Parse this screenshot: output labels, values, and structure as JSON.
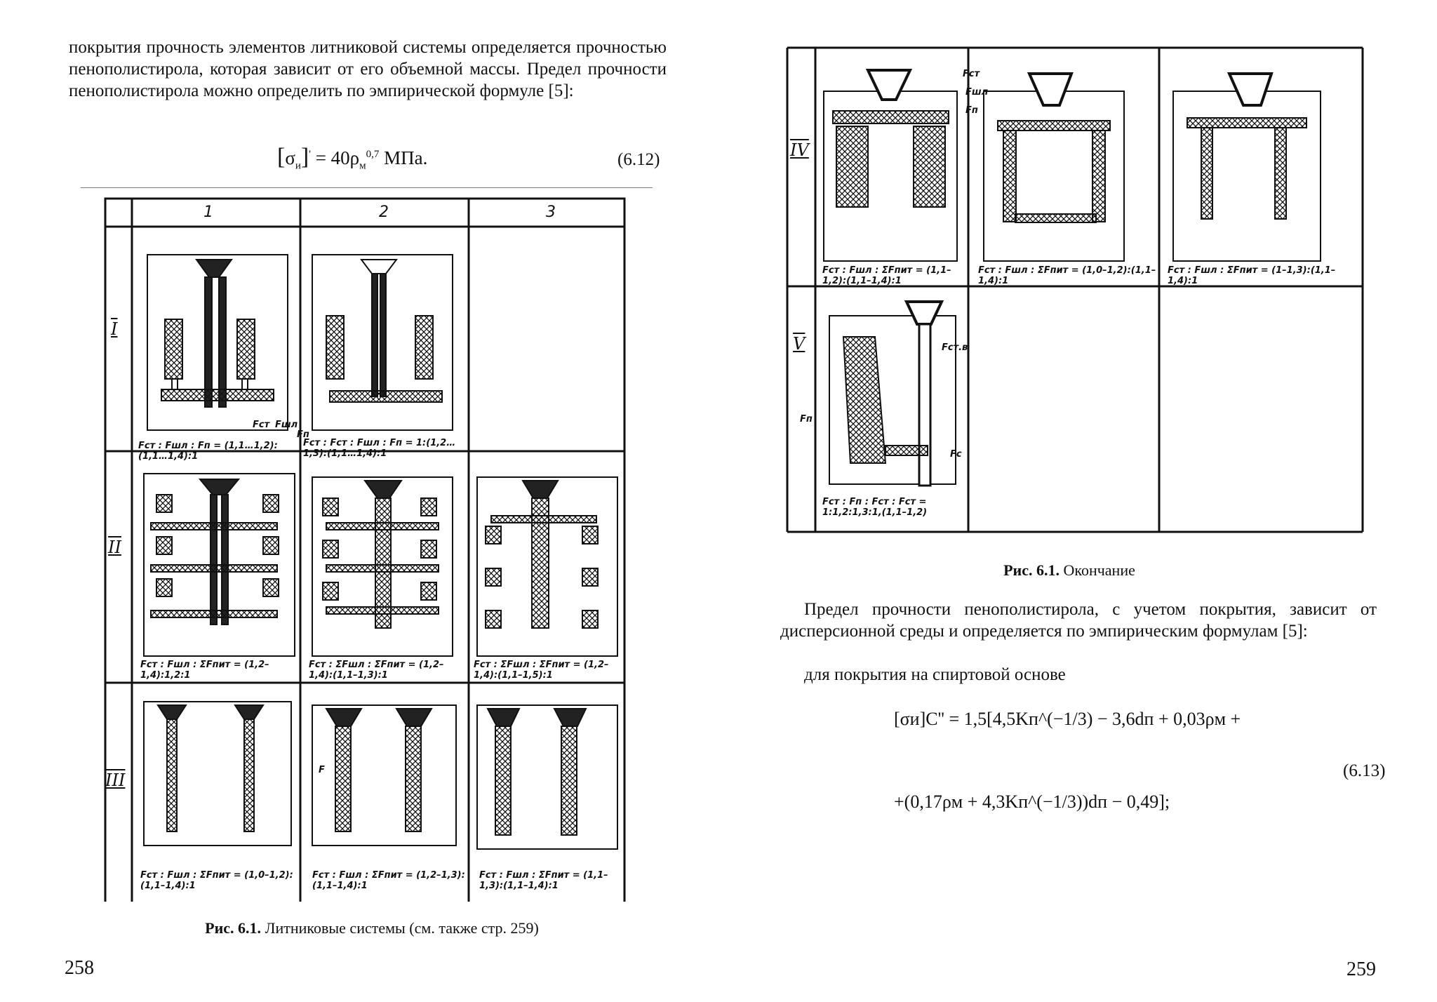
{
  "left_page": {
    "paragraph": "покрытия прочность элементов литниковой системы определяется прочностью пенополистирола, которая зависит от его объемной массы. Предел прочности пенополистирола можно определить по эмпирической формуле [5]:",
    "formula_612": "[σи]' = 40ρм0,7 МПа.",
    "formula_612_number": "(6.12)",
    "figure": {
      "column_headers": [
        "1",
        "2",
        "3"
      ],
      "row_headers": [
        "I",
        "II",
        "III"
      ],
      "cell_notes": {
        "I_1": "Fст : Fшл : Fп = (1,1…1,2):(1,1…1,4):1",
        "I_2": "Fст : Fст : Fшл : Fп = 1:(1,2…1,3):(1,1…1,4):1",
        "II_1": "Fст : Fшл : ΣFпит = (1,2–1,4):1,2:1",
        "II_2": "Fст : ΣFшл : ΣFпит = (1,2–1,4):(1,1–1,3):1",
        "II_3": "Fст : ΣFшл : ΣFпит = (1,2–1,4):(1,1–1,5):1",
        "III_1": "Fст : Fшл : ΣFпит = (1,0–1,2):(1,1–1,4):1",
        "III_2": "Fст : Fшл : ΣFпит = (1,2–1,3):(1,1–1,4):1",
        "III_3": "Fст : Fшл : ΣFпит = (1,1–1,3):(1,1–1,4):1"
      },
      "callouts": [
        "Fст",
        "Fшл",
        "Fп",
        "F"
      ],
      "caption_bold": "Рис. 6.1.",
      "caption_text": "Литниковые системы (см. также стр. 259)"
    },
    "page_number": "258"
  },
  "right_page": {
    "figure": {
      "row_headers": [
        "IV",
        "V"
      ],
      "cell_notes": {
        "IV_1": "Fст : Fшл : ΣFпит = (1,1–1,2):(1,1–1,4):1",
        "IV_2": "Fст : Fшл : ΣFпит = (1,0–1,2):(1,1–1,4):1",
        "IV_3": "Fст : Fшл : ΣFпит = (1–1,3):(1,1–1,4):1",
        "V_1": "Fст : Fп : Fст : Fст = 1:1,2:1,3:1,(1,1–1,2)"
      },
      "callouts": [
        "Fст",
        "Fшл",
        "Fп",
        "Fст.в",
        "Fс",
        "Fп"
      ],
      "caption_bold": "Рис. 6.1.",
      "caption_text": "Окончание"
    },
    "paragraph": "Предел прочности пенополистирола, с учетом покрытия, зависит от дисперсионной среды и определяется по эмпирическим формулам [5]:",
    "subheading": "для покрытия на спиртовой основе",
    "formula_613_line1": "[σи]С'' = 1,5[4,5Kп^(−1/3) − 3,6dп + 0,03ρм +",
    "formula_613_line2": "+(0,17ρм + 4,3Kп^(−1/3))dп − 0,49];",
    "formula_613_number": "(6.13)",
    "page_number": "259"
  }
}
